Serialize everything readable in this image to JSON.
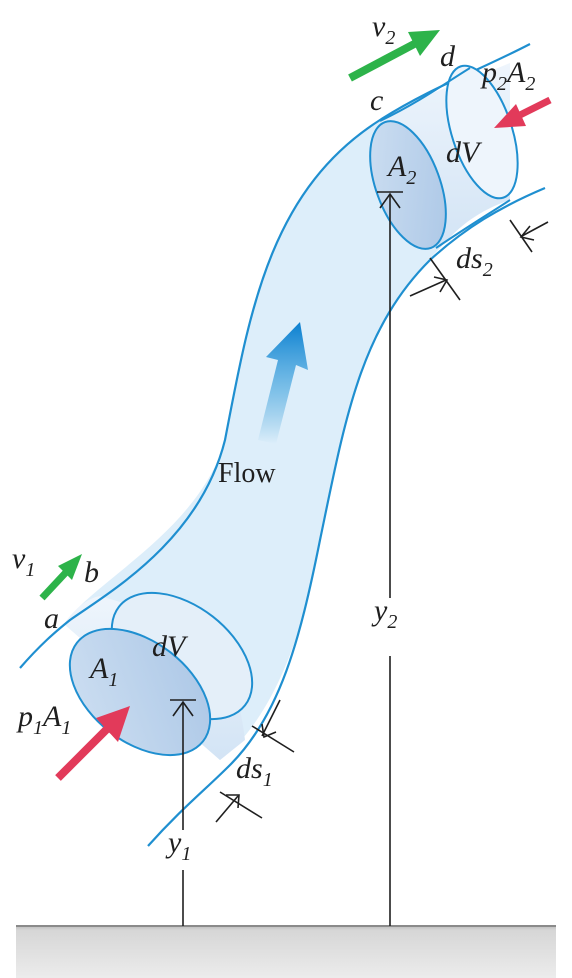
{
  "figure": {
    "labels": {
      "v1": {
        "main": "v",
        "sub": "1"
      },
      "v2": {
        "main": "v",
        "sub": "2"
      },
      "a": "a",
      "b": "b",
      "c": "c",
      "d": "d",
      "A1": {
        "main": "A",
        "sub": "1"
      },
      "A2": {
        "main": "A",
        "sub": "2"
      },
      "dV_bottom": "dV",
      "dV_top": "dV",
      "p1A1": {
        "p": "p",
        "p_sub": "1",
        "A": "A",
        "A_sub": "1"
      },
      "p2A2": {
        "p": "p",
        "p_sub": "2",
        "A": "A",
        "A_sub": "2"
      },
      "ds1": {
        "main": "ds",
        "sub": "1"
      },
      "ds2": {
        "main": "ds",
        "sub": "2"
      },
      "y1": {
        "main": "y",
        "sub": "1"
      },
      "y2": {
        "main": "y",
        "sub": "2"
      },
      "flow": "Flow"
    },
    "colors": {
      "tube_outline": "#1f8fd0",
      "tube_fill": "#dceefa",
      "velocity_arrow": "#2db34a",
      "force_arrow": "#e23a5a",
      "flow_arrow": "#1f8fd0",
      "ground": "#d9d9d9"
    }
  }
}
